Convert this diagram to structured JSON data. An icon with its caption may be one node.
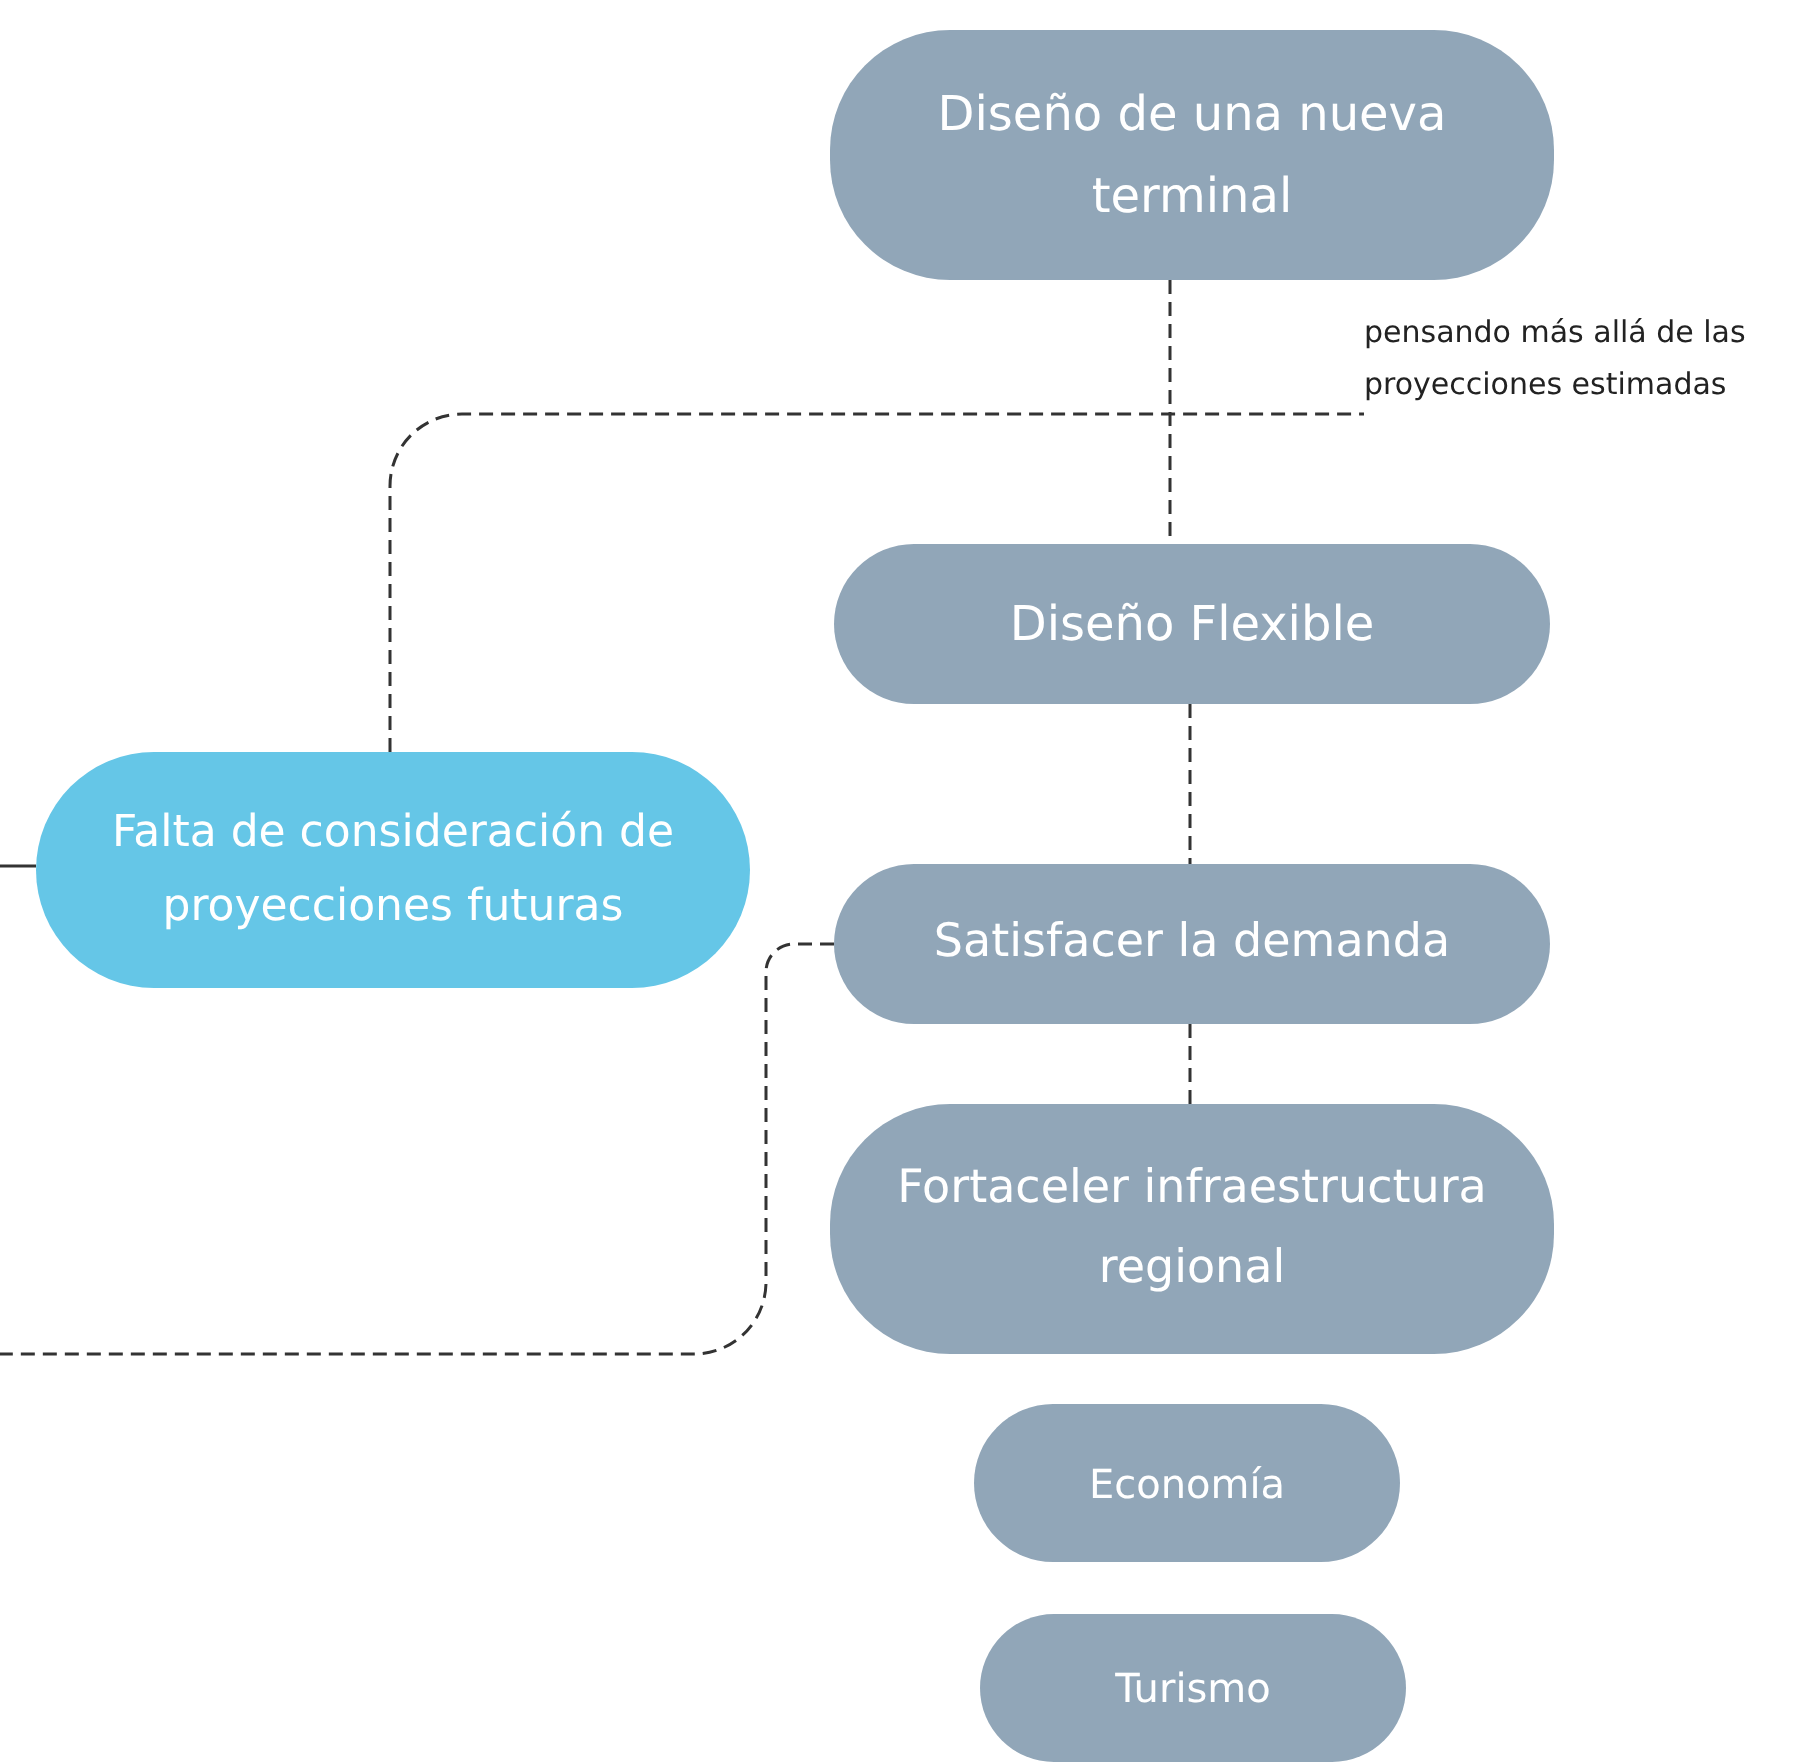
{
  "diagram": {
    "nodes": [
      {
        "text": [
          "Diseño de una nueva terminal"
        ]
      },
      {
        "text": [
          "pensando más allá de las proyecciones estimadas"
        ]
      },
      {
        "text": [
          "Diseño Flexible"
        ]
      },
      {
        "text": [
          "Falta de consideración de proyecciones futuras"
        ]
      },
      {
        "text": [
          "Satisfacer la demanda"
        ]
      },
      {
        "text": [
          "Fortaceler infraestructura regional"
        ]
      },
      {
        "text": [
          "Economía"
        ]
      },
      {
        "text": [
          "Turismo"
        ]
      }
    ],
    "edges": [
      {
        "from": 0,
        "to": 2,
        "arrow": "none",
        "style": "dashed"
      },
      {
        "from": 3,
        "to": 1,
        "arrow": "none",
        "style": "dashed"
      },
      {
        "from": 2,
        "to": 4,
        "arrow": "none",
        "style": "dashed"
      },
      {
        "from": 4,
        "to": 5,
        "arrow": "none",
        "style": "dashed"
      },
      {
        "from": 4,
        "to": null,
        "arrow": "none",
        "style": "dashed"
      },
      {
        "from": 3,
        "to": null,
        "arrow": "none"
      }
    ]
  }
}
